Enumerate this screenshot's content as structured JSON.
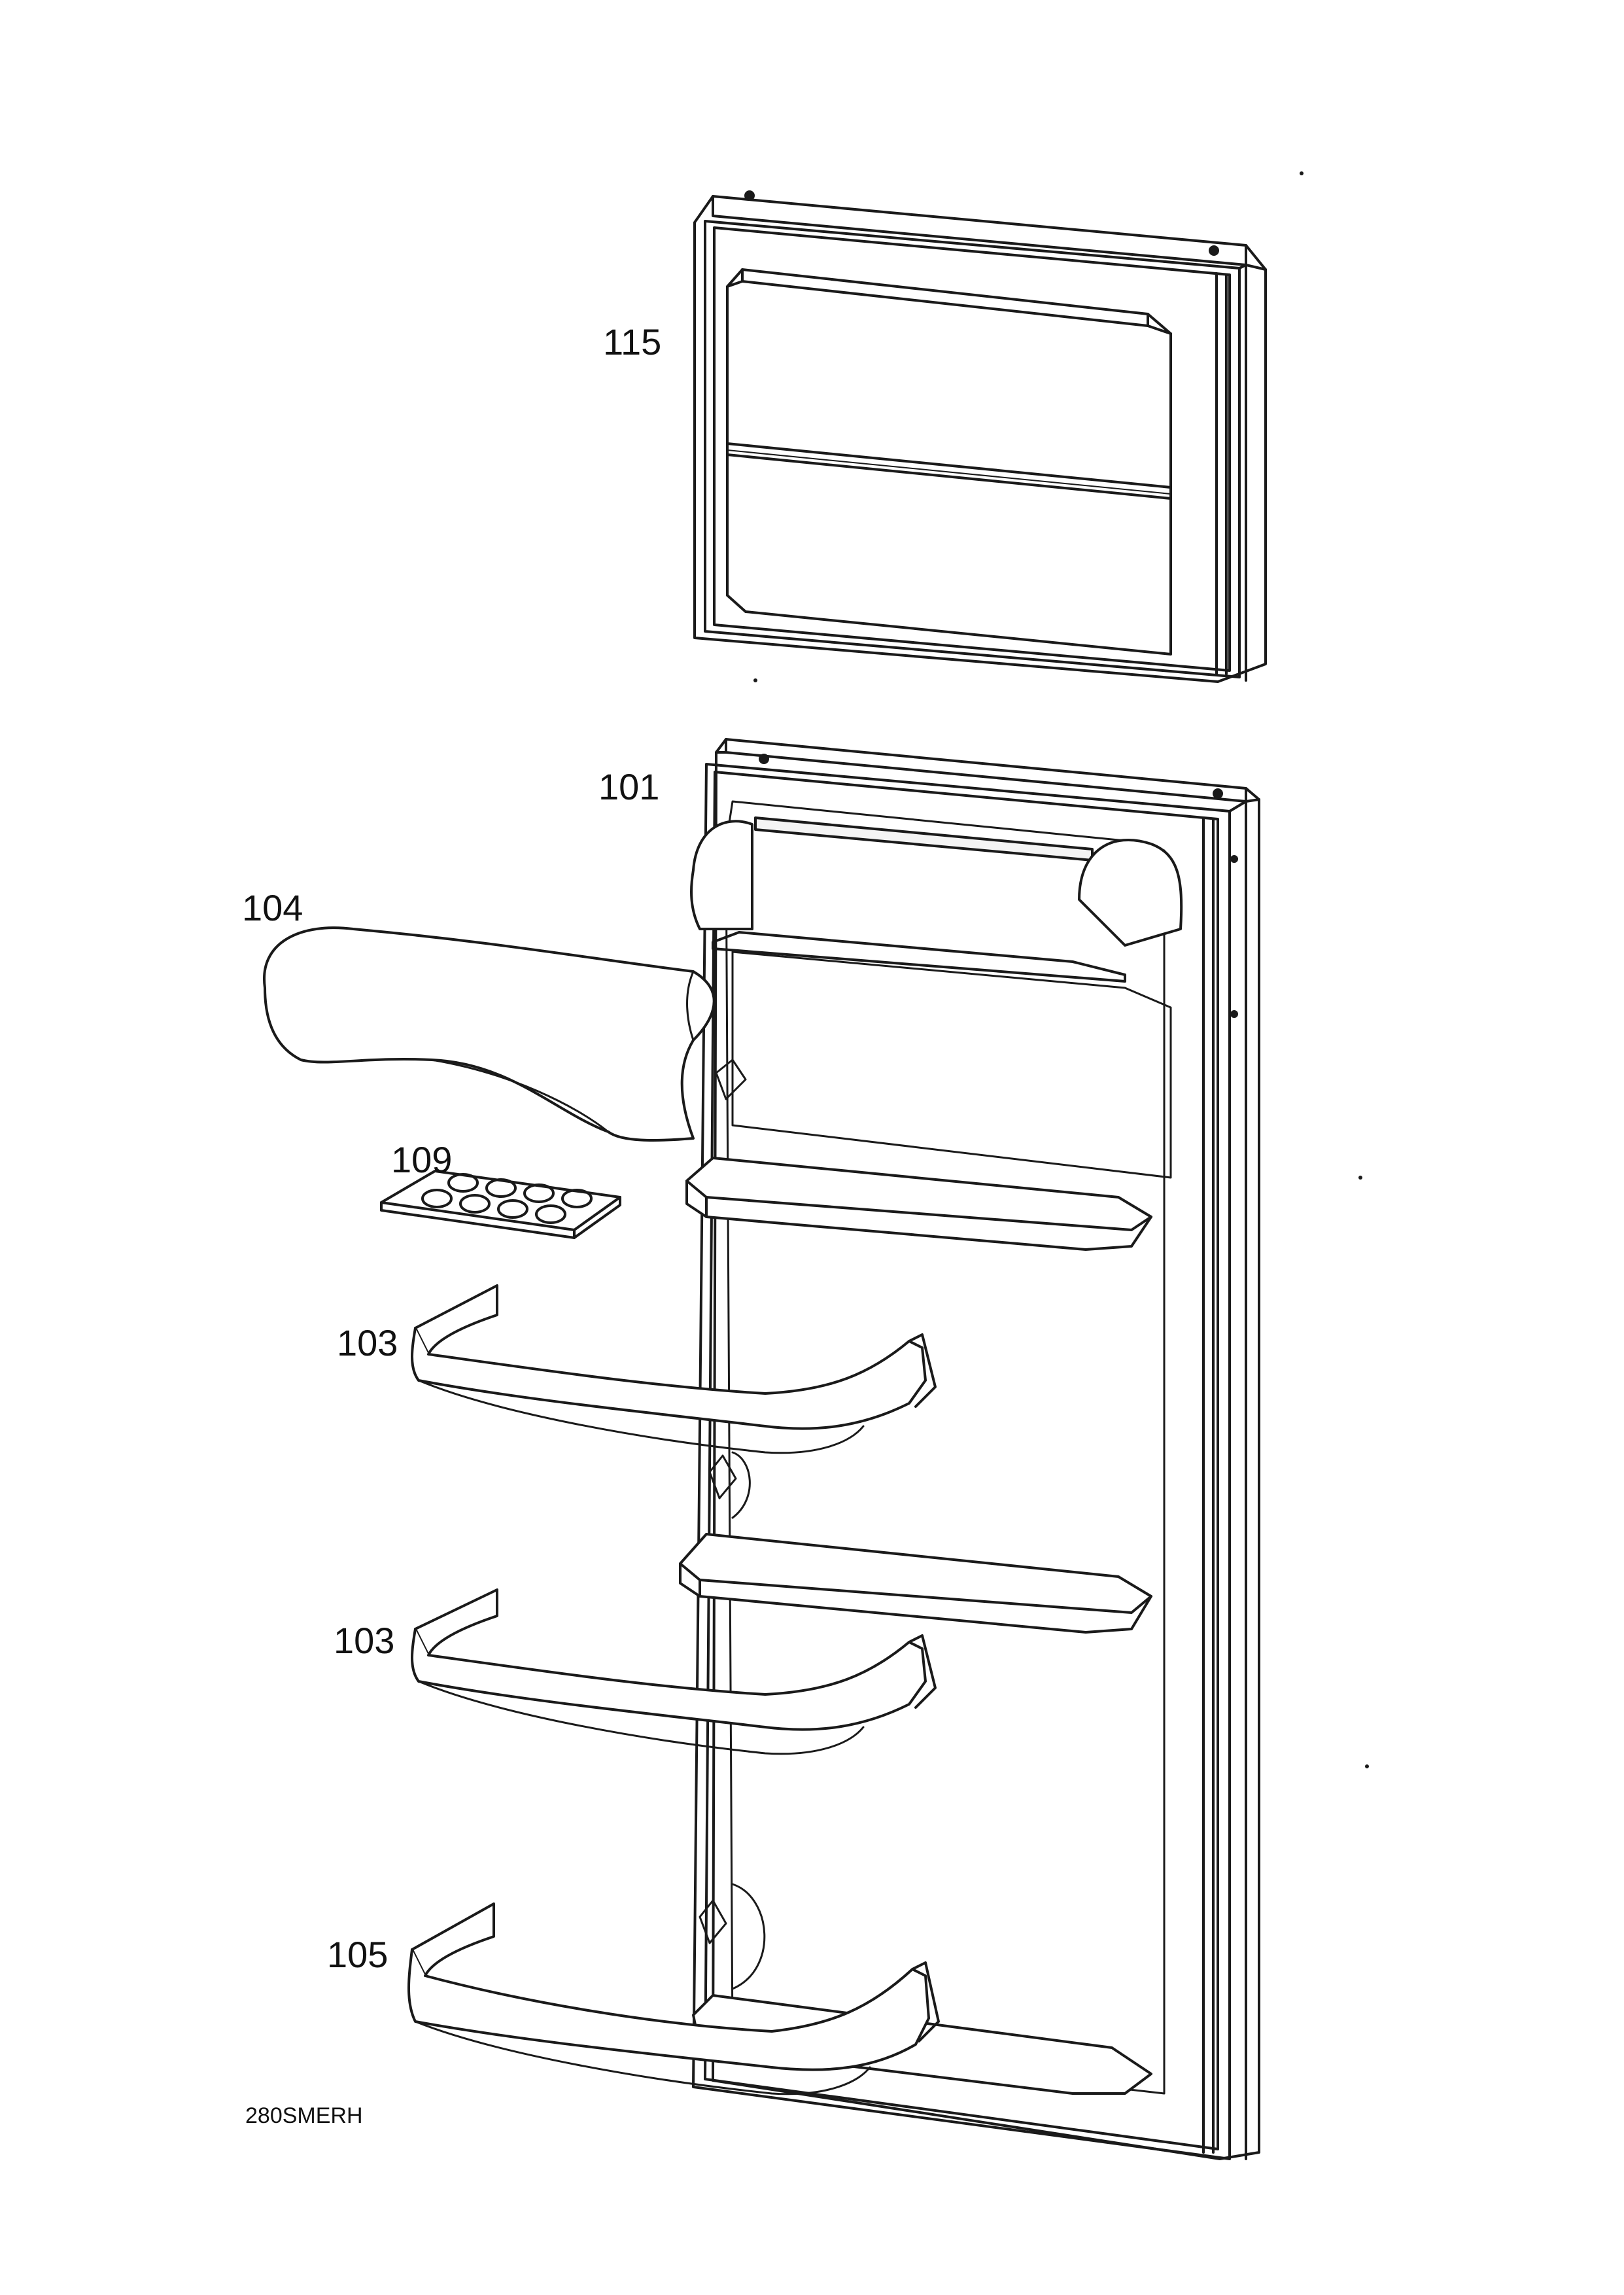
{
  "parts": {
    "p115": "115",
    "p101": "101",
    "p104": "104",
    "p109": "109",
    "p103a": "103",
    "p103b": "103",
    "p105": "105"
  },
  "drawing_code": "280SMERH",
  "colors": {
    "line": "#1a1a1a",
    "paper": "#ffffff",
    "shade": "#f4f4f4"
  }
}
